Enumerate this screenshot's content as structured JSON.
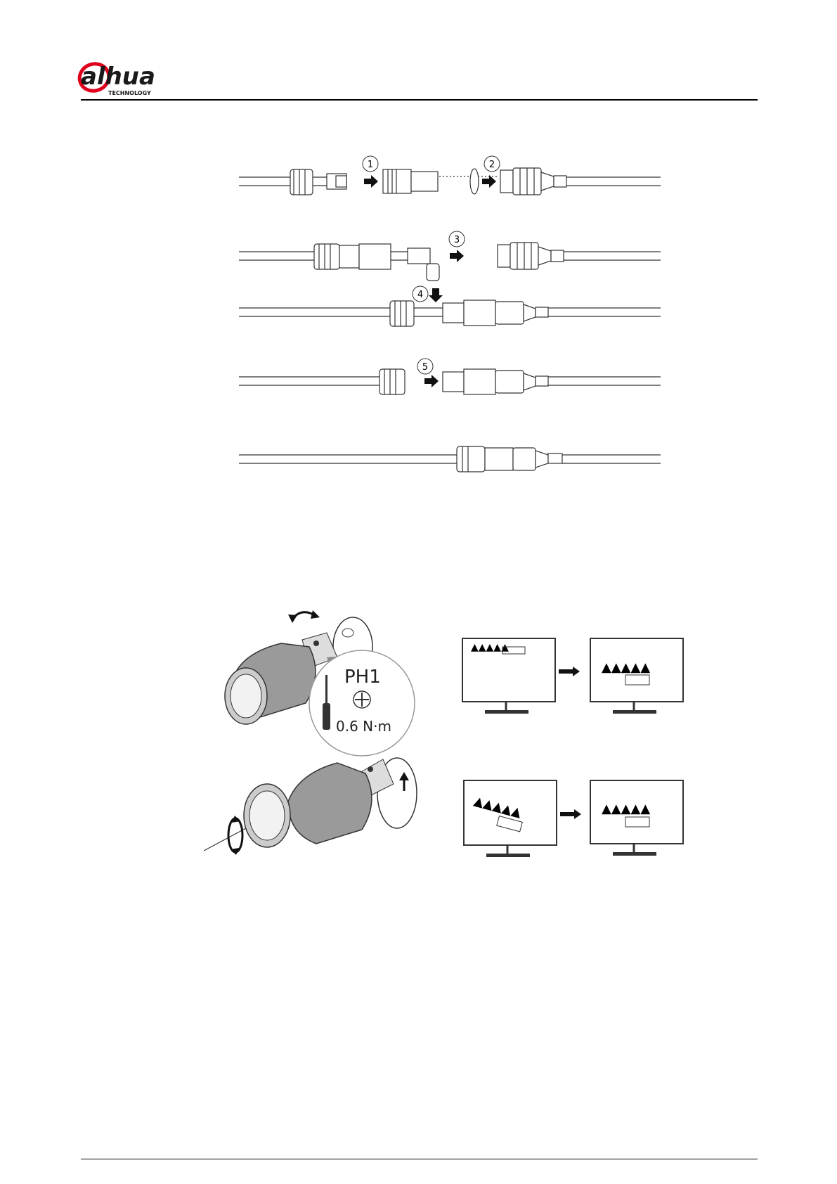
{
  "header": {
    "logo_text": "alhua",
    "logo_subtext": "TECHNOLOGY",
    "brand_red": "#e0001b"
  },
  "cable_figure": {
    "steps": [
      "1",
      "2",
      "3",
      "4",
      "5"
    ]
  },
  "adjust_figure": {
    "screwdriver_type": "PH1",
    "torque": "0.6 N·m"
  }
}
